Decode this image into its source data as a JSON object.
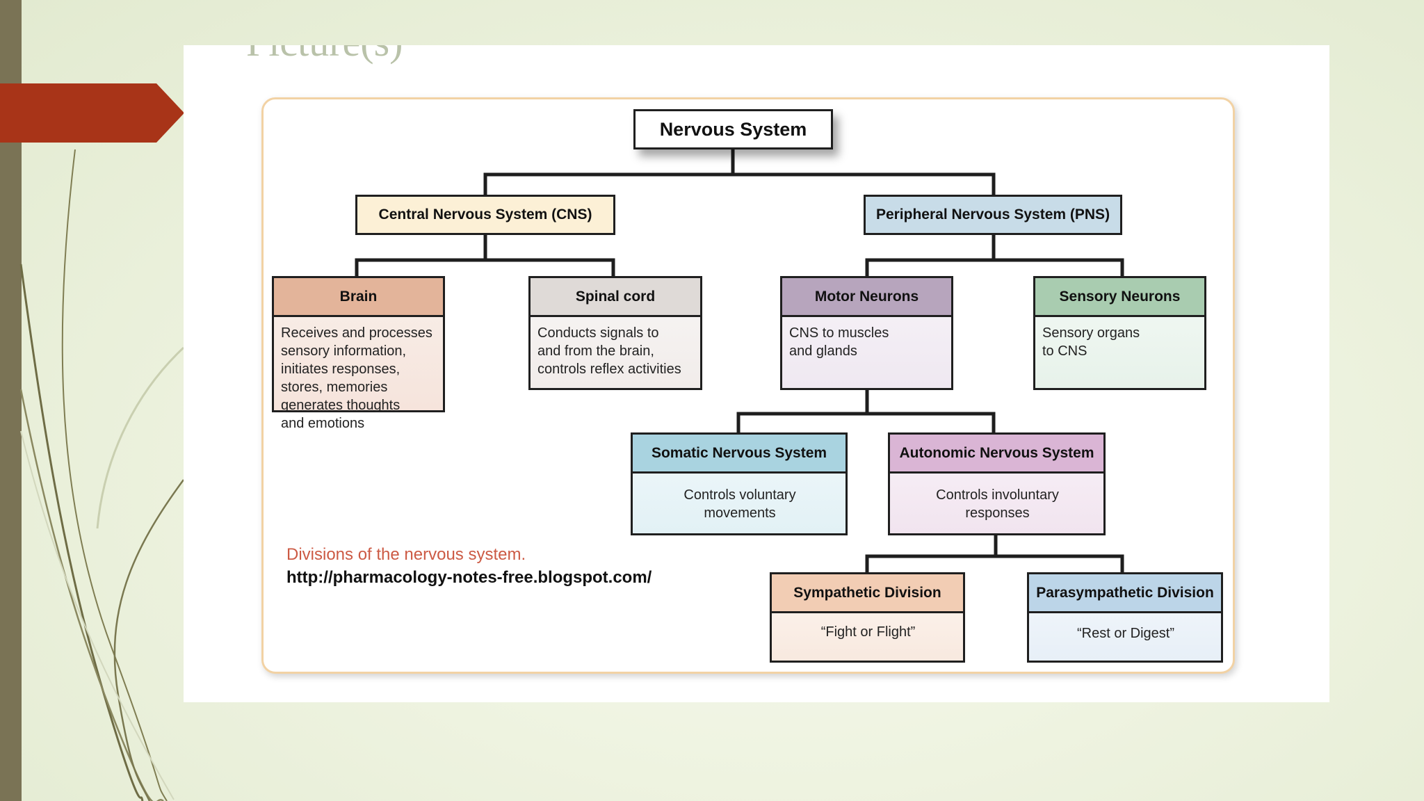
{
  "slide": {
    "title": "Picture(s)"
  },
  "diagram": {
    "root": "Nervous System",
    "cns": "Central Nervous System (CNS)",
    "pns": "Peripheral Nervous System (PNS)",
    "brain": {
      "title": "Brain",
      "text": "Receives and processes\nsensory information,\ninitiates responses,\nstores, memories\ngenerates thoughts\nand emotions"
    },
    "spinal_cord": {
      "title": "Spinal cord",
      "text": "Conducts signals to\nand from the brain,\ncontrols reflex activities"
    },
    "motor": {
      "title": "Motor Neurons",
      "text": "CNS to muscles\nand glands"
    },
    "sensory": {
      "title": "Sensory Neurons",
      "text": "Sensory organs\nto CNS"
    },
    "somatic": {
      "title": "Somatic Nervous System",
      "text": "Controls voluntary\nmovements"
    },
    "autonomic": {
      "title": "Autonomic Nervous System",
      "text": "Controls involuntary\nresponses"
    },
    "sympathetic": {
      "title": "Sympathetic Division",
      "text": "“Fight or Flight”"
    },
    "parasympathetic": {
      "title": "Parasympathetic Division",
      "text": "“Rest or Digest”"
    },
    "caption": "Divisions of the nervous system.",
    "source_url": "http://pharmacology-notes-free.blogspot.com/"
  },
  "colors": {
    "accent_arrow": "#a83418",
    "left_bar": "#7a7355",
    "frame_border": "#f2d2a4",
    "cns_fill": "#fcf0d6",
    "pns_fill": "#c8dce8",
    "brain_head": "#e3b49a",
    "spinal_head": "#dfdad7",
    "motor_head": "#b7a5bd",
    "sensory_head": "#a9ccb0",
    "somatic_head": "#a9d3e0",
    "autonomic_head": "#dab5d5",
    "sympathetic_head": "#f2cdb4",
    "parasympathetic_head": "#bcd5e8",
    "caption_text": "#cc5a44"
  }
}
